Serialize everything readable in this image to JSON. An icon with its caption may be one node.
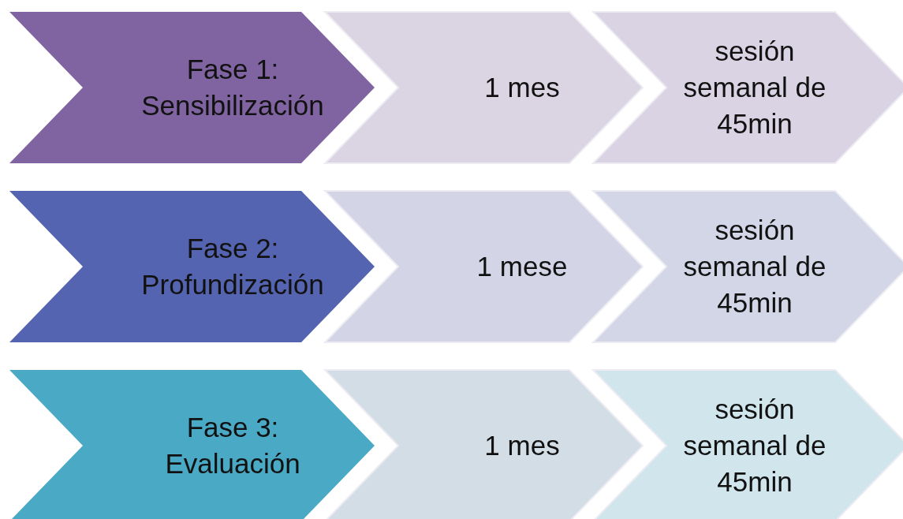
{
  "diagram": {
    "nodes": [
      {
        "text": [
          "Fase 1: Sensibilización"
        ]
      },
      {
        "text": [
          "1 mes"
        ]
      },
      {
        "text": [
          "sesión semanal de 45min"
        ]
      },
      {
        "text": [
          "Fase 2: Profundización"
        ]
      },
      {
        "text": [
          "1 mese"
        ]
      },
      {
        "text": [
          "sesión semanal de 45min"
        ]
      },
      {
        "text": [
          "Fase 3: Evaluación"
        ]
      },
      {
        "text": [
          "1 mes"
        ]
      },
      {
        "text": [
          "sesión semanal de 45min"
        ]
      }
    ]
  }
}
